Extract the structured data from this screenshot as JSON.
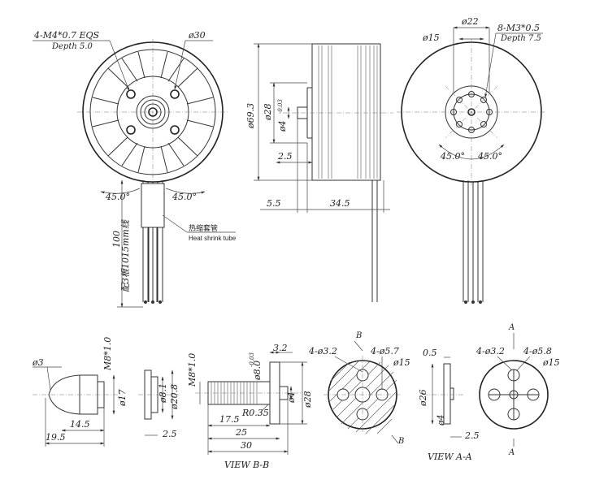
{
  "front": {
    "callout_thread": "4-M4*0.7 EQS",
    "callout_depth": "Depth 5.0",
    "dia": "ø30",
    "angle_left": "45.0°",
    "angle_right": "45.0°",
    "heat_cn": "热缩套管",
    "heat_en": "Heat shrink tube",
    "length": "100",
    "wire_cn": "配3根1015mm线"
  },
  "side": {
    "dia_outer": "ø69.3",
    "dia_28": "ø28",
    "dia_4": "ø4",
    "dia_4_tol": "-0.03",
    "dim_25": "2.5",
    "dim_55": "5.5",
    "dim_345": "34.5"
  },
  "back": {
    "dia_22": "ø22",
    "dia_15": "ø15",
    "callout_thread": "8-M3*0.5",
    "callout_depth": "Depth 7.5",
    "angle_left": "45.0°",
    "angle_right": "45.0°"
  },
  "bottom": {
    "d3": "ø3",
    "m8": "M8*1.0",
    "d17": "ø17",
    "d145": "14.5",
    "d195": "19.5",
    "d81": "ø8.1",
    "d208": "ø20.8",
    "d25a": "2.5",
    "m8b": "M8*1.0",
    "d80": "ø8.0",
    "d80_tol": "-0.03",
    "d32": "3.2",
    "d4": "ø4",
    "d28": "ø28",
    "r035": "R0.35",
    "d175": "17.5",
    "d25": "25",
    "d30": "30",
    "view_bb": "VIEW B-B",
    "hole_32": "4-ø3.2",
    "hole_57": "4-ø5.7",
    "d15b": "ø15",
    "label_b_top": "B",
    "label_b_bot": "B",
    "d05": "0.5",
    "d26": "ø26",
    "d4c": "ø4",
    "d25c": "2.5",
    "view_aa": "VIEW A-A",
    "hole_32c": "4-ø3.2",
    "hole_58": "4-ø5.8",
    "d15c": "ø15",
    "label_a_top": "A",
    "label_a_bot": "A"
  }
}
